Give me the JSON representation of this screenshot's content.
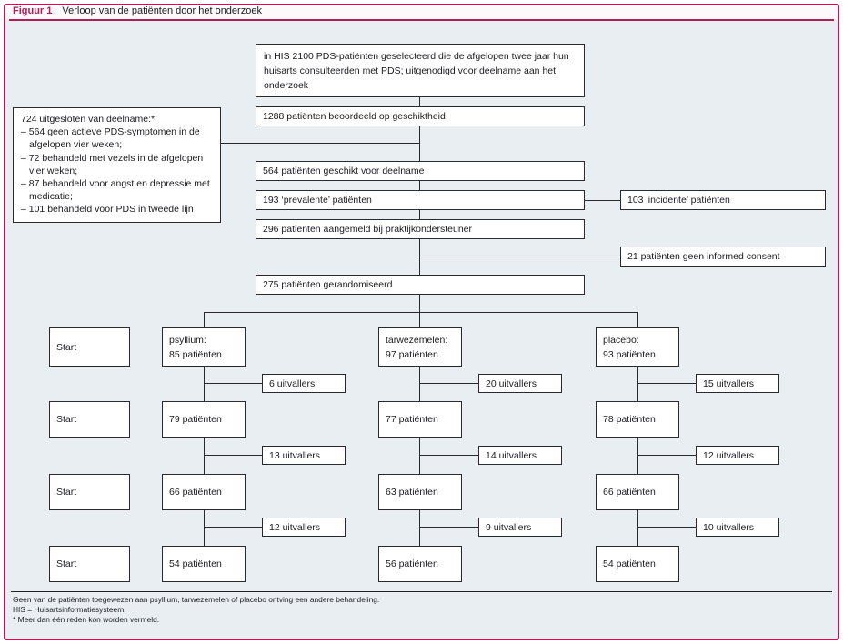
{
  "figure": {
    "label": "Figuur 1",
    "title": "Verloop van de patiënten door het onderzoek"
  },
  "colors": {
    "accent": "#b11e55",
    "canvas_background": "#e9eef2",
    "box_border": "#2a2a2e"
  },
  "flowchart": {
    "selection_box": "in HIS 2100 PDS-patiënten geselecteerd die de afgelopen twee jaar hun huisarts consulteerden met PDS; uitgenodigd voor deelname aan het onderzoek",
    "assessed_box": "1288 patiënten beoordeeld op geschiktheid",
    "excluded_box": {
      "header": "724 uitgesloten van deelname:*",
      "reasons": [
        "– 564 geen actieve PDS-symptomen in de afgelopen vier weken;",
        "– 72 behandeld met vezels in de afgelopen vier weken;",
        "– 87 behandeld voor angst en depressie met medicatie;",
        "– 101 behandeld voor PDS in tweede lijn"
      ]
    },
    "eligible_box": "564 patiënten geschikt voor deelname",
    "prevalent_box": "193 ‘prevalente’ patiënten",
    "incident_box": "103 ‘incidente’ patiënten",
    "enrolled_box": "296 patiënten aangemeld bij praktijkondersteuner",
    "no_consent_box": "21 patiënten geen informed consent",
    "randomised_box": "275 patiënten gerandomiseerd",
    "start_label": "Start",
    "arms": [
      {
        "name_line": "psyllium:",
        "count_line": "85 patiënten",
        "dropout_1": "6 uitvallers",
        "count_1": "79 patiënten",
        "dropout_2": "13 uitvallers",
        "count_2": "66 patiënten",
        "dropout_3": "12 uitvallers",
        "count_3": "54 patiënten"
      },
      {
        "name_line": "tarwezemelen:",
        "count_line": "97 patiënten",
        "dropout_1": "20 uitvallers",
        "count_1": "77 patiënten",
        "dropout_2": "14 uitvallers",
        "count_2": "63 patiënten",
        "dropout_3": "9 uitvallers",
        "count_3": "56 patiënten"
      },
      {
        "name_line": "placebo:",
        "count_line": "93 patiënten",
        "dropout_1": "15 uitvallers",
        "count_1": "78 patiënten",
        "dropout_2": "12 uitvallers",
        "count_2": "66 patiënten",
        "dropout_3": "10 uitvallers",
        "count_3": "54 patiënten"
      }
    ]
  },
  "footnotes": {
    "line1": "Geen van de patiënten toegewezen aan psyllium, tarwezemelen of placebo ontving een andere behandeling.",
    "line2": "HIS = Huisartsinformatiesysteem.",
    "line3": "* Meer dan één reden kon worden vermeld."
  }
}
